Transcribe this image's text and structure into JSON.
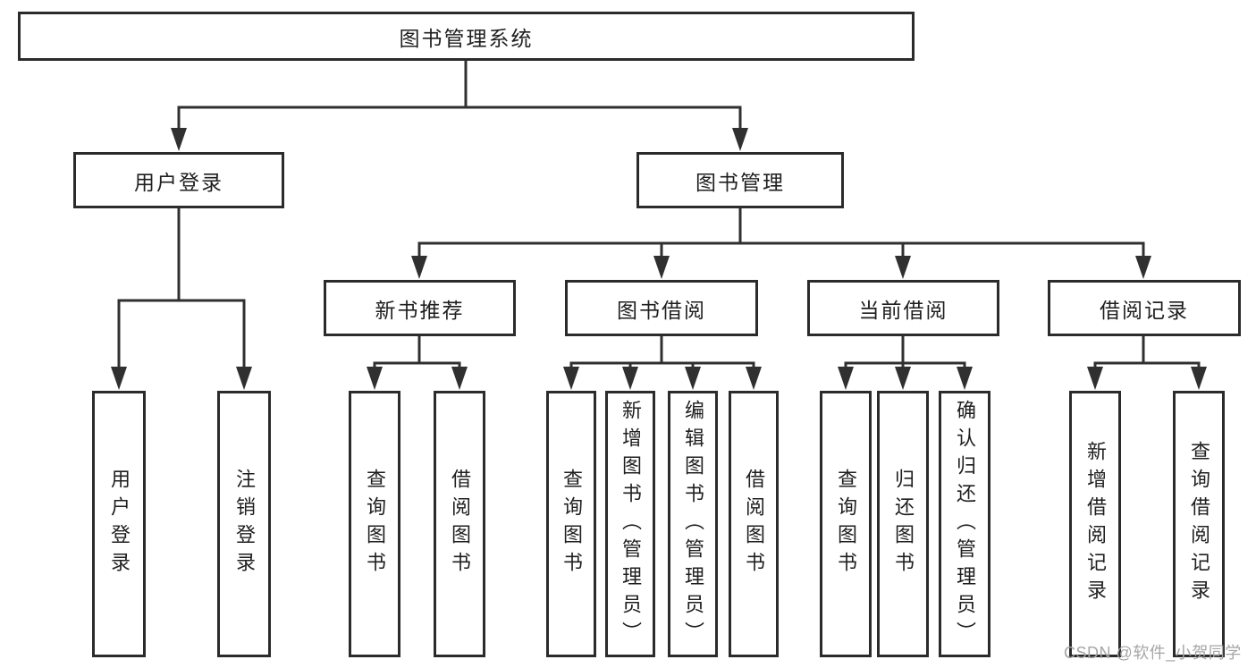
{
  "diagram": {
    "type": "hierarchy-flowchart",
    "root": {
      "label": "图书管理系统"
    },
    "branches": [
      {
        "label": "用户登录",
        "children": [
          {
            "label": "用户登录"
          },
          {
            "label": "注销登录"
          }
        ]
      },
      {
        "label": "图书管理",
        "children": [
          {
            "label": "新书推荐",
            "children": [
              {
                "label": "查询图书"
              },
              {
                "label": "借阅图书"
              }
            ]
          },
          {
            "label": "图书借阅",
            "children": [
              {
                "label": "查询图书"
              },
              {
                "label": "新增图书（管理员）"
              },
              {
                "label": "编辑图书（管理员）"
              },
              {
                "label": "借阅图书"
              }
            ]
          },
          {
            "label": "当前借阅",
            "children": [
              {
                "label": "查询图书"
              },
              {
                "label": "归还图书"
              },
              {
                "label": "确认归还（管理员）"
              }
            ]
          },
          {
            "label": "借阅记录",
            "children": [
              {
                "label": "新增借阅记录"
              },
              {
                "label": "查询借阅记录"
              }
            ]
          }
        ]
      }
    ]
  },
  "watermark": {
    "text": "CSDN @软件_小贺同学"
  },
  "colors": {
    "background": "#ffffff",
    "box_border": "#2b2b2b",
    "connector_line": "#303030",
    "text": "#1f1f1f",
    "watermark_text": "#a6a6a6"
  }
}
